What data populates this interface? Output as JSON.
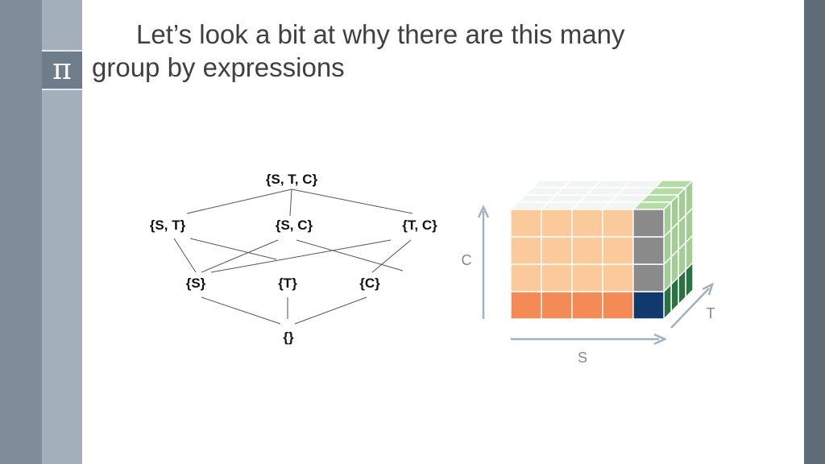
{
  "slide": {
    "title_line1": "Let’s look a bit at why there are this many",
    "title_line2": "group by expressions",
    "logo_symbol": "π"
  },
  "lattice": {
    "nodes": [
      {
        "id": "stc",
        "label": "{S, T, C}"
      },
      {
        "id": "st",
        "label": "{S, T}"
      },
      {
        "id": "sc",
        "label": "{S, C}"
      },
      {
        "id": "tc",
        "label": "{T, C}"
      },
      {
        "id": "s",
        "label": "{S}"
      },
      {
        "id": "t",
        "label": "{T}"
      },
      {
        "id": "c",
        "label": "{C}"
      },
      {
        "id": "empty",
        "label": "{}"
      }
    ],
    "edges": [
      [
        "stc",
        "st"
      ],
      [
        "stc",
        "sc"
      ],
      [
        "stc",
        "tc"
      ],
      [
        "st",
        "s"
      ],
      [
        "st",
        "t"
      ],
      [
        "sc",
        "s"
      ],
      [
        "sc",
        "c"
      ],
      [
        "tc",
        "t"
      ],
      [
        "tc",
        "c"
      ],
      [
        "s",
        "empty"
      ],
      [
        "t",
        "empty"
      ],
      [
        "c",
        "empty"
      ]
    ]
  },
  "cube": {
    "axis_labels": {
      "s": "S",
      "t": "T",
      "c": "C"
    },
    "colors": {
      "light_orange": "#fbc99a",
      "dark_orange": "#f48a55",
      "gray": "#8a8a8a",
      "navy": "#12396b",
      "light_green": "#b3dda4",
      "dark_green": "#2f7b48",
      "top_white": "#f3f4f4"
    }
  }
}
